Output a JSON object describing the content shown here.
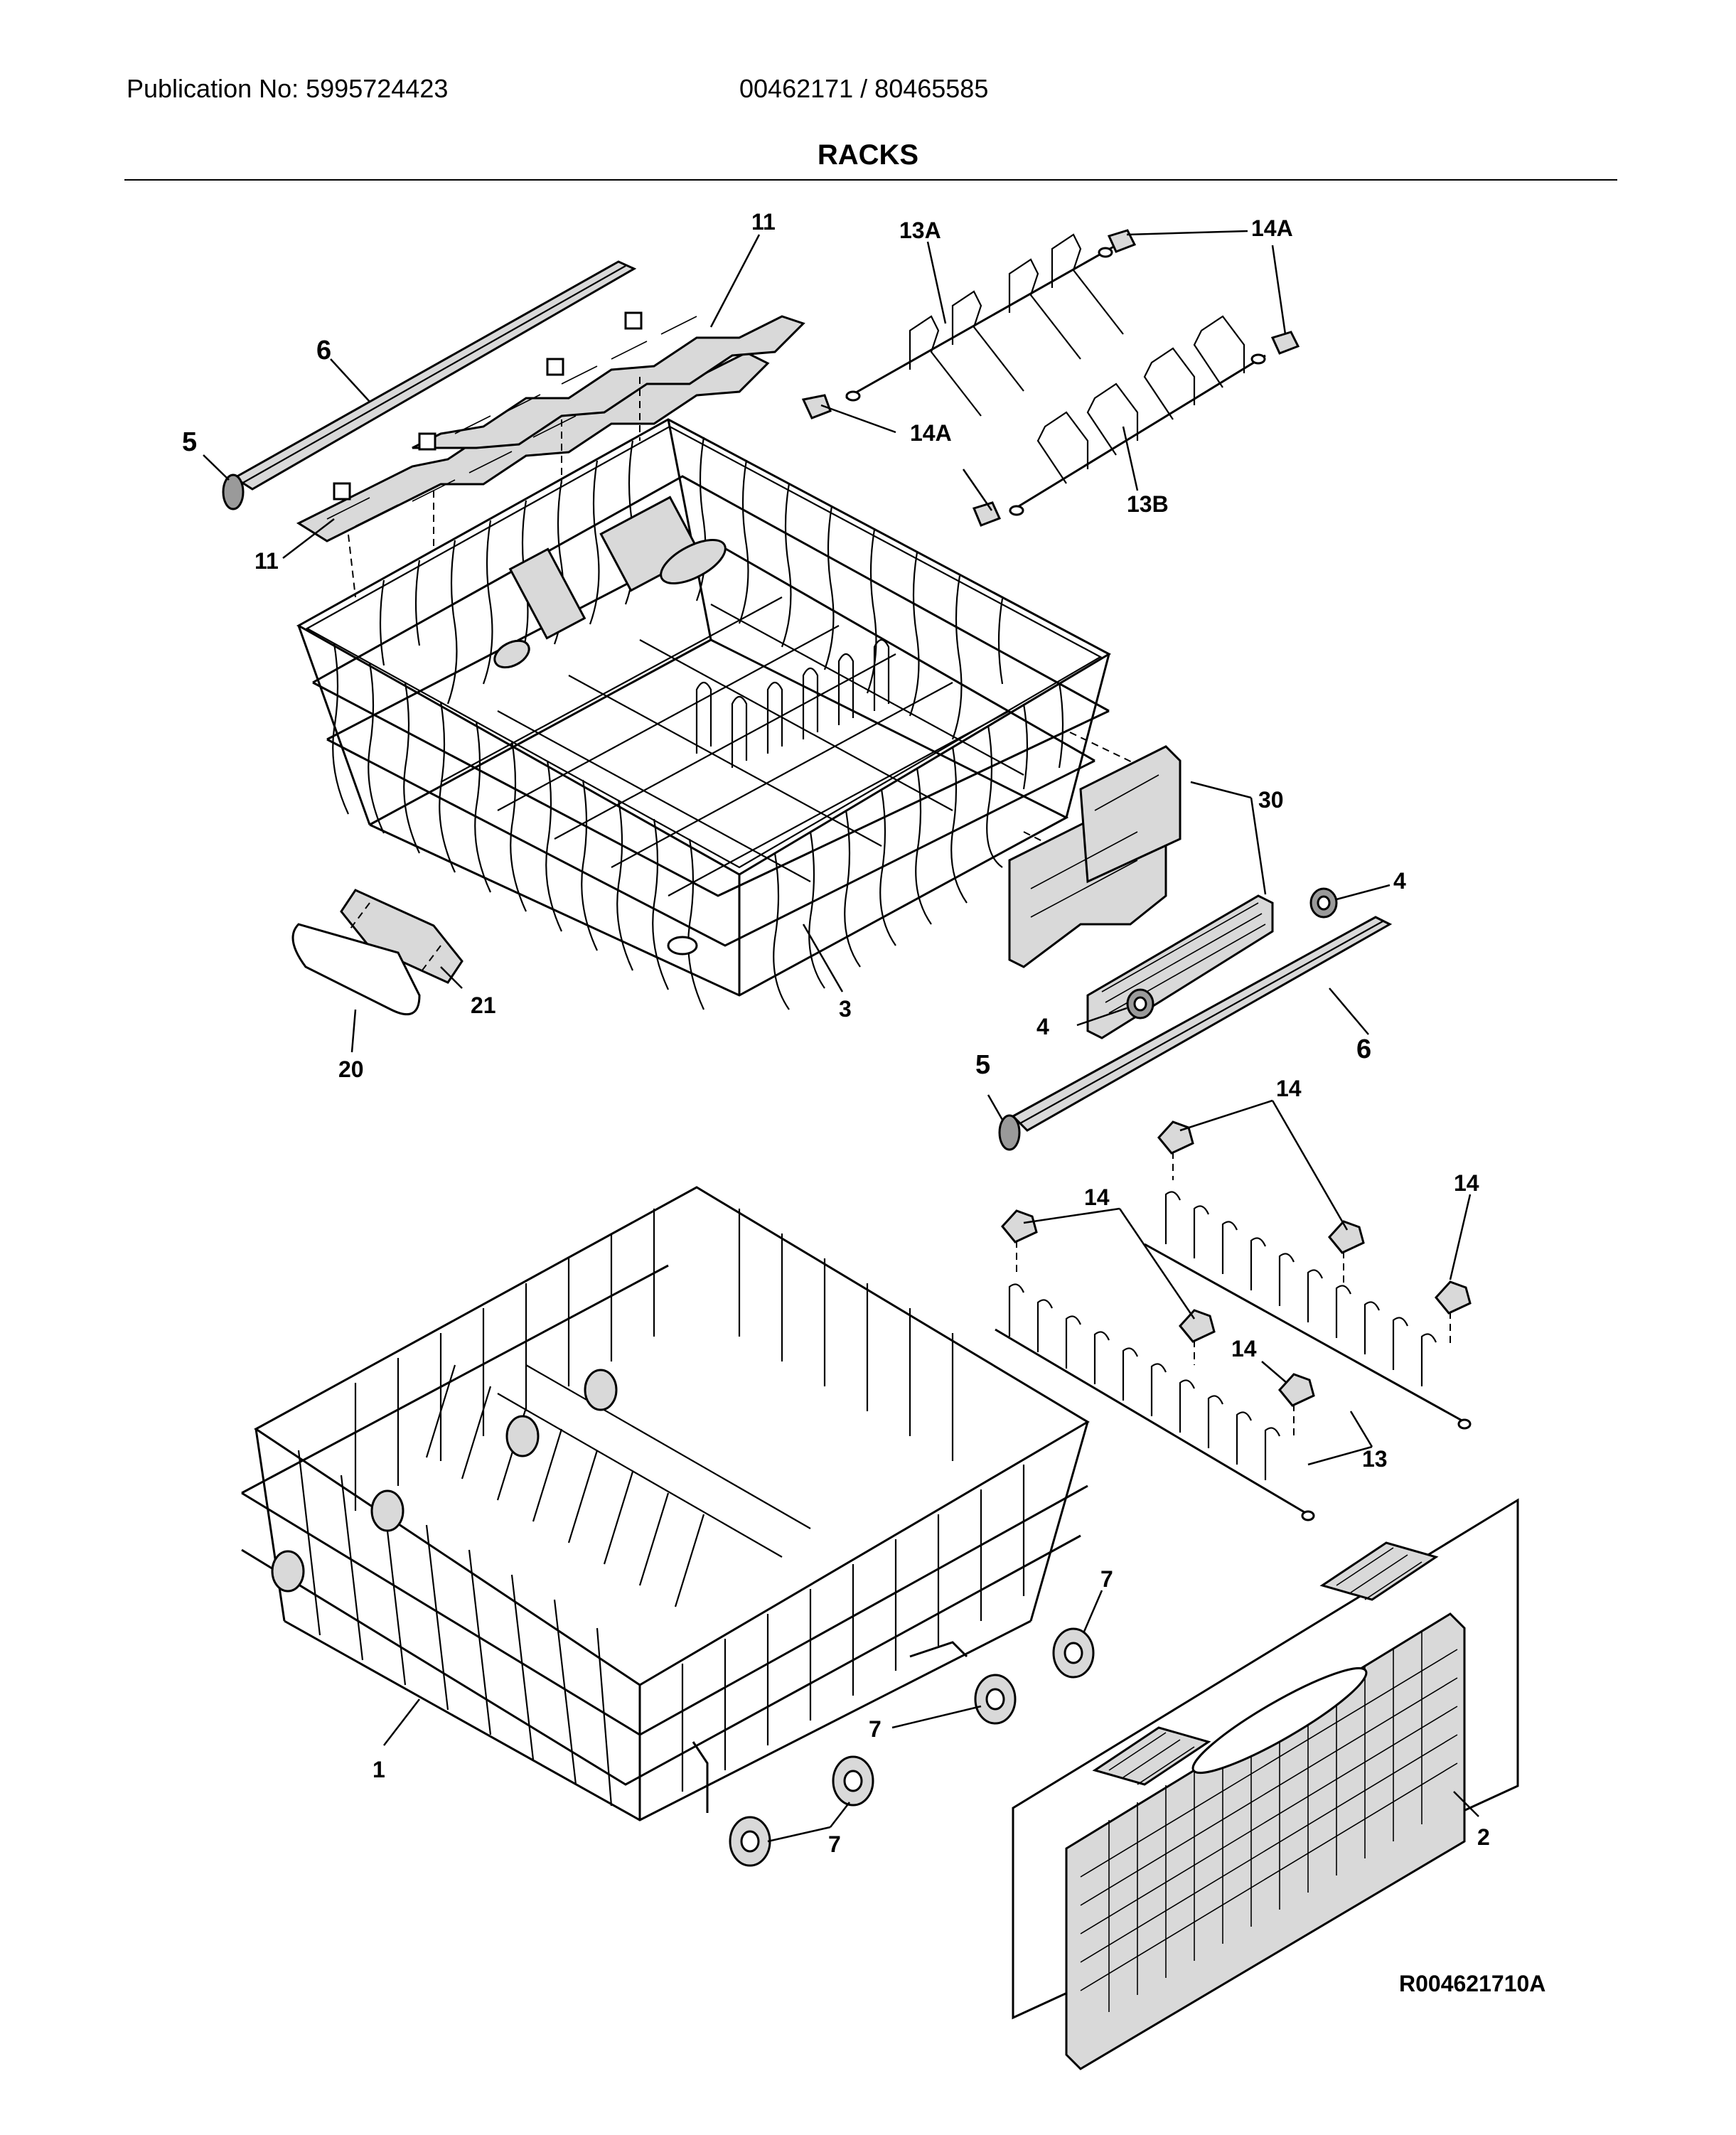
{
  "header": {
    "publication": "Publication No: 5995724423",
    "model_numbers": "00462171 / 80465585",
    "title": "RACKS"
  },
  "callouts": {
    "c11_top": "11",
    "c6_top": "6",
    "c5_top": "5",
    "c11_left": "11",
    "c13A": "13A",
    "c14A_top": "14A",
    "c14A_mid": "14A",
    "c13B": "13B",
    "c30": "30",
    "c4_right": "4",
    "c21": "21",
    "c3": "3",
    "c20": "20",
    "c4_bottom": "4",
    "c6_mid": "6",
    "c5_mid": "5",
    "c14_a": "14",
    "c14_b": "14",
    "c14_c": "14",
    "c14_d": "14",
    "c13": "13",
    "c7_a": "7",
    "c7_b": "7",
    "c7_c": "7",
    "c1": "1",
    "c2": "2"
  },
  "reference_code": "R004621710A"
}
